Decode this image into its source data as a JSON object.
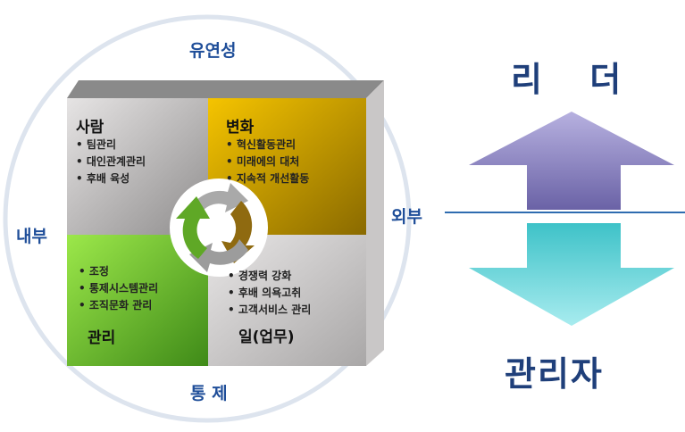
{
  "axes": {
    "top": "유연성",
    "bottom": "통 제",
    "left": "내부",
    "right": "외부"
  },
  "quadrants": [
    {
      "title": "사람",
      "items": [
        "팀관리",
        "대인관계관리",
        "후배 육성"
      ]
    },
    {
      "title": "변화",
      "items": [
        "혁신활동관리",
        "미래에의 대처",
        "지속적 개선활동"
      ]
    },
    {
      "title": "관리",
      "items": [
        "조정",
        "통제시스템관리",
        "조직문화 관리"
      ]
    },
    {
      "title": "일(업무)",
      "items": [
        "경쟁력 강화",
        "후배 의욕고취",
        "고객서비스 관리"
      ]
    }
  ],
  "right": {
    "top_label": "리 더",
    "bottom_label": "관리자"
  },
  "colors": {
    "accent": "#1f4e99",
    "people": "#c8c6c6",
    "change": "#c9a000",
    "manage": "#6fba2c",
    "work": "#cfcdcd",
    "up_arrow": "#7b73b3",
    "down_arrow": "#3ec2c8"
  }
}
